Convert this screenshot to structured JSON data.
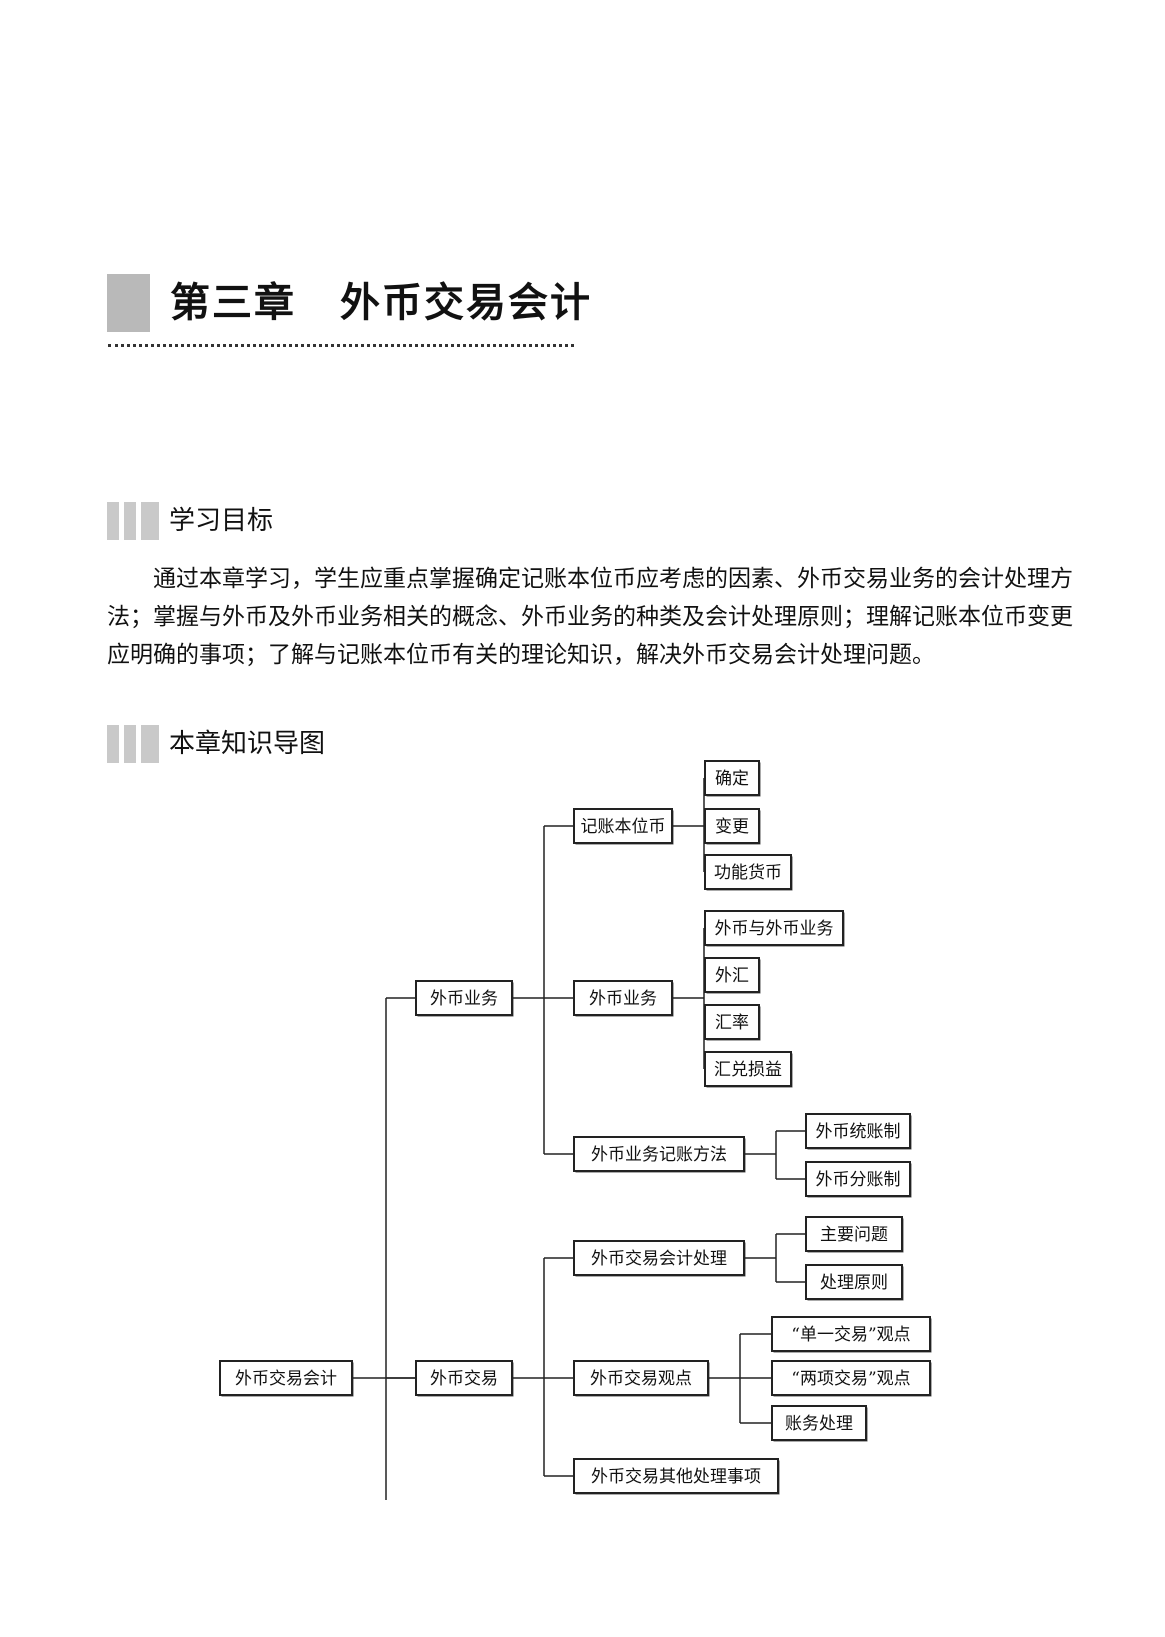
{
  "chapter": {
    "number": "第三章",
    "title": "外币交易会计"
  },
  "objectives": {
    "heading": "学习目标",
    "text": "通过本章学习，学生应重点掌握确定记账本位币应考虑的因素、外币交易业务的会计处理方法；掌握与外币及外币业务相关的概念、外币业务的种类及会计处理原则；理解记账本位币变更应明确的事项；了解与记账本位币有关的理论知识，解决外币交易会计处理问题。"
  },
  "mindmap": {
    "heading": "本章知识导图",
    "root": "外币交易会计",
    "branches": [
      {
        "label": "外币业务",
        "children": [
          {
            "label": "记账本位币",
            "children": [
              "确定",
              "变更",
              "功能货币"
            ]
          },
          {
            "label": "外币业务",
            "children": [
              "外币与外币业务",
              "外汇",
              "汇率",
              "汇兑损益"
            ]
          },
          {
            "label": "外币业务记账方法",
            "children": [
              "外币统账制",
              "外币分账制"
            ]
          }
        ]
      },
      {
        "label": "外币交易",
        "children": [
          {
            "label": "外币交易会计处理",
            "children": [
              "主要问题",
              "处理原则"
            ]
          },
          {
            "label": "外币交易观点",
            "children": [
              "“单一交易”观点",
              "“两项交易”观点",
              "账务处理"
            ]
          },
          {
            "label": "外币交易其他处理事项",
            "children": []
          }
        ]
      }
    ]
  }
}
